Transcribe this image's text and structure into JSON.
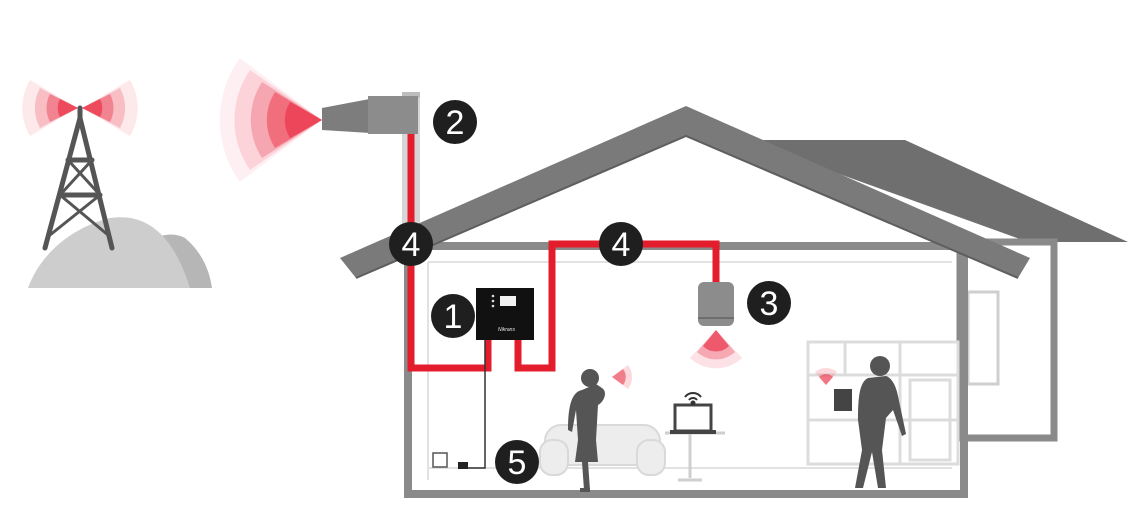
{
  "colors": {
    "cable": "#e31d2b",
    "signal": "#ec3f54",
    "house_wall": "#8a8a8a",
    "roof": "#7a7a7a",
    "hill": "#c4c4c4",
    "badge": "#1f1f1f"
  },
  "badges": [
    {
      "id": "booster",
      "label": "1"
    },
    {
      "id": "outdoor-antenna",
      "label": "2"
    },
    {
      "id": "indoor-antenna",
      "label": "3"
    },
    {
      "id": "cable-left",
      "label": "4"
    },
    {
      "id": "cable-right",
      "label": "4"
    },
    {
      "id": "power-supply",
      "label": "5"
    }
  ],
  "booster": {
    "brand": "Nikrans"
  },
  "icons": {
    "tower": "cell-tower-icon",
    "outdoor_antenna": "yagi-antenna-icon",
    "booster": "signal-booster-icon",
    "indoor_antenna": "dome-antenna-icon",
    "laptop": "laptop-icon",
    "wifi": "wifi-icon",
    "outlet": "power-outlet-icon"
  }
}
